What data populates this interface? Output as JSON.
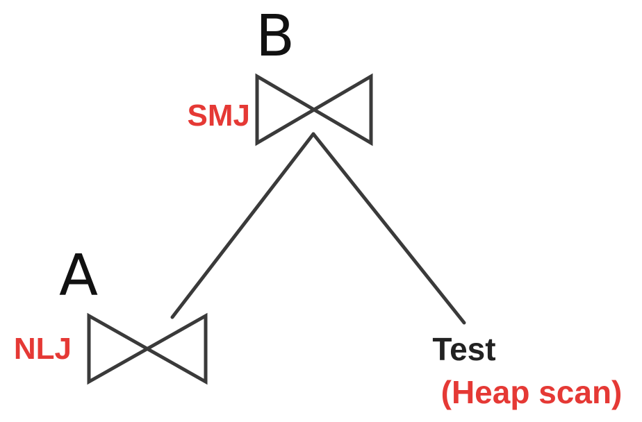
{
  "diagram": {
    "nodes": [
      {
        "id": "B",
        "letter": "B",
        "join_type": "SMJ",
        "icon": "bowtie-join-icon"
      },
      {
        "id": "A",
        "letter": "A",
        "join_type": "NLJ",
        "icon": "bowtie-join-icon"
      },
      {
        "id": "test",
        "name": "Test",
        "access_method": "(Heap scan)"
      }
    ],
    "edges": [
      {
        "from": "B",
        "to": "A"
      },
      {
        "from": "B",
        "to": "test"
      }
    ],
    "colors": {
      "join_label": "#e53935",
      "line": "#3a3a3a",
      "text": "#111111"
    }
  }
}
